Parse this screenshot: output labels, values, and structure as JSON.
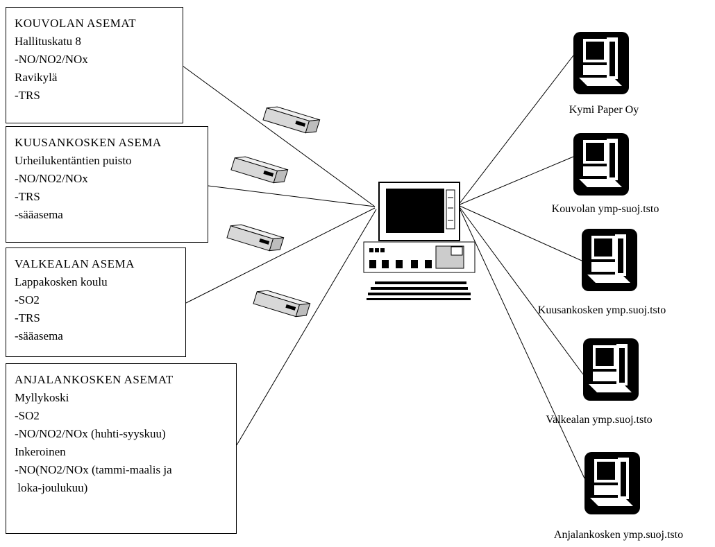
{
  "stations": [
    {
      "title": "KOUVOLAN ASEMAT",
      "lines": [
        "Hallituskatu 8",
        "-NO/NO2/NOx",
        "Ravikylä",
        "-TRS"
      ]
    },
    {
      "title": "KUUSANKOSKEN ASEMA",
      "lines": [
        "Urheilukentäntien puisto",
        "-NO/NO2/NOx",
        "-TRS",
        "-sääasema"
      ]
    },
    {
      "title": "VALKEALAN ASEMA",
      "lines": [
        "Lappakosken koulu",
        "-SO2",
        "-TRS",
        "-sääasema"
      ]
    },
    {
      "title": "ANJALANKOSKEN ASEMAT",
      "lines": [
        "Myllykoski",
        "-SO2",
        "-NO/NO2/NOx (huhti-syyskuu)",
        "",
        "Inkeroinen",
        "-NO(NO2/NOx (tammi-maalis ja",
        " loka-joulukuu)"
      ]
    }
  ],
  "clients": [
    {
      "label": "Kymi Paper Oy",
      "icon": "workstation-icon"
    },
    {
      "label": "Kouvolan ymp-suoj.tsto",
      "icon": "workstation-icon"
    },
    {
      "label": "Kuusankosken ymp.suoj.tsto",
      "icon": "workstation-icon"
    },
    {
      "label": "Valkealan ymp.suoj.tsto",
      "icon": "workstation-icon"
    },
    {
      "label": "Anjalankosken ymp.suoj.tsto",
      "icon": "workstation-icon"
    }
  ],
  "central": {
    "icon": "central-computer-icon"
  },
  "modems": {
    "icon": "modem-icon",
    "count": 4
  },
  "colors": {
    "line": "#000000",
    "background": "#ffffff",
    "modem_body": "#d8d8d8"
  }
}
